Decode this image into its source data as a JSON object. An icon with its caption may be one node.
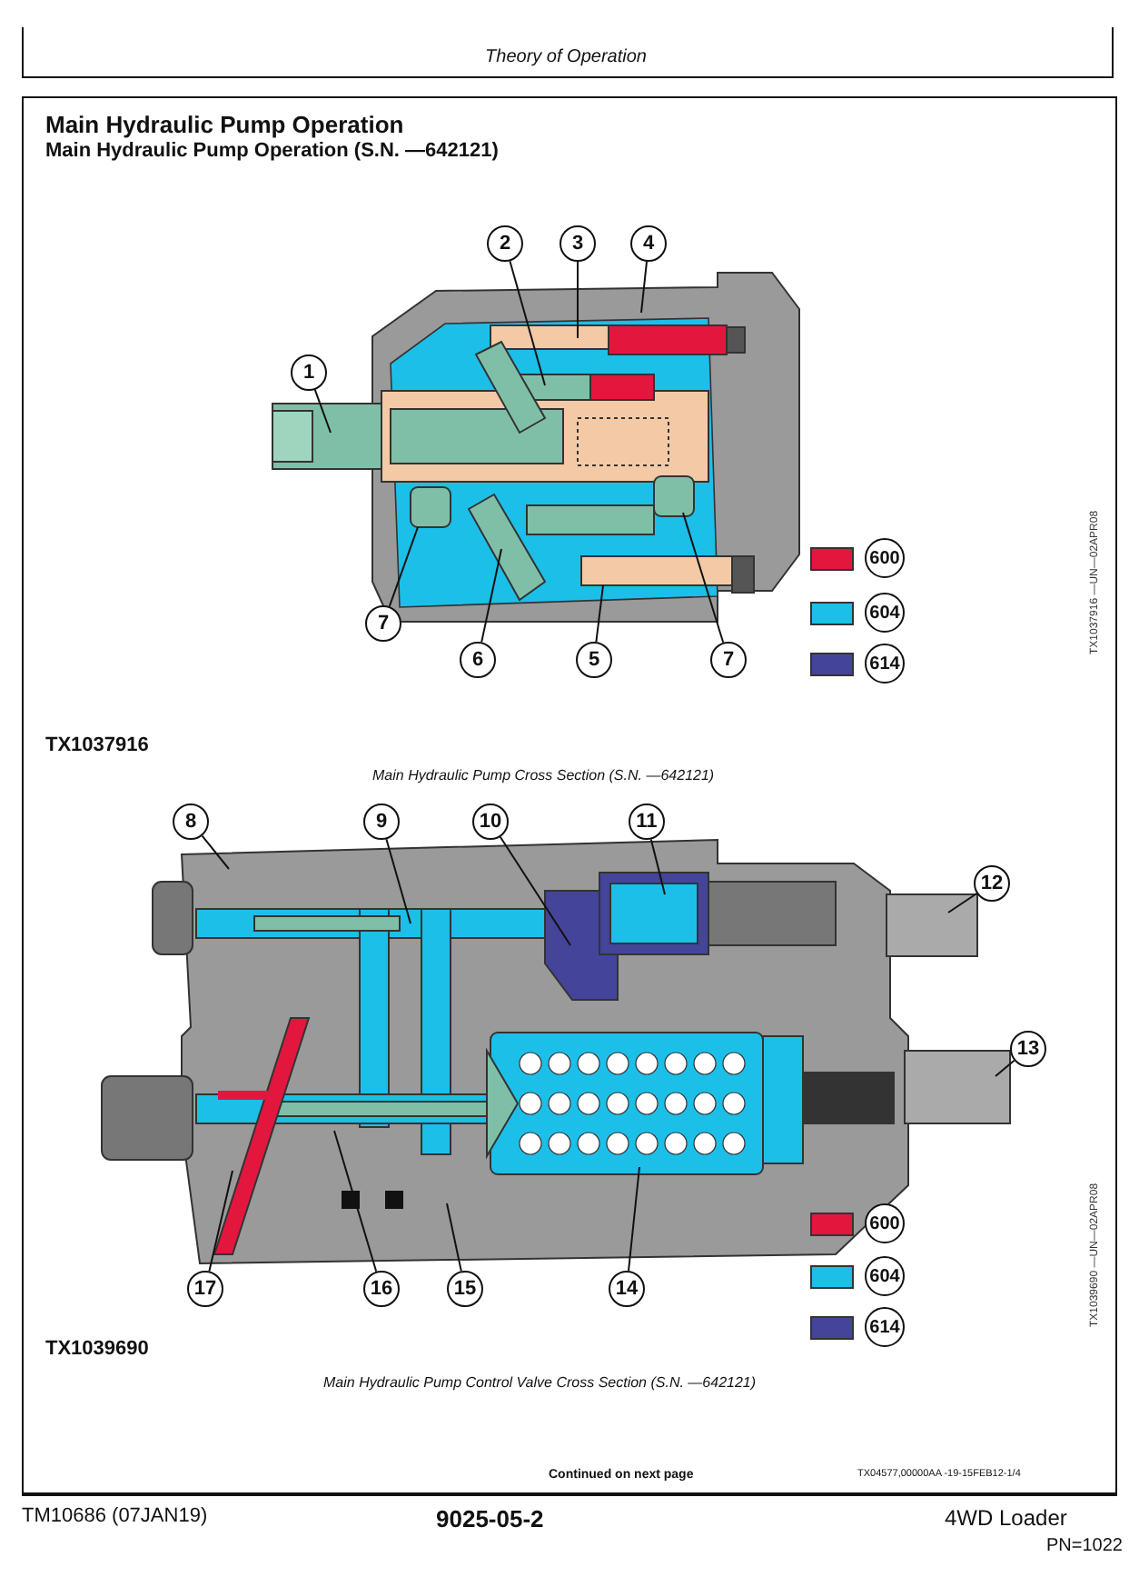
{
  "diagram": {
    "title": "Main Hydraulic Pump Operation",
    "nodes": [
      {
        "text": [
          "1"
        ]
      },
      {
        "text": [
          "2"
        ]
      },
      {
        "text": [
          "3"
        ]
      },
      {
        "text": [
          "4"
        ]
      },
      {
        "text": [
          "7"
        ]
      },
      {
        "text": [
          "6"
        ]
      },
      {
        "text": [
          "5"
        ]
      },
      {
        "text": [
          "7"
        ]
      },
      {
        "text": [
          "8"
        ]
      },
      {
        "text": [
          "9"
        ]
      },
      {
        "text": [
          "10"
        ]
      },
      {
        "text": [
          "11"
        ]
      },
      {
        "text": [
          "12"
        ]
      },
      {
        "text": [
          "13"
        ]
      },
      {
        "text": [
          "17"
        ]
      },
      {
        "text": [
          "16"
        ]
      },
      {
        "text": [
          "15"
        ]
      },
      {
        "text": [
          "14"
        ]
      }
    ],
    "edges": [
      {
        "from": 0,
        "to": null,
        "arrow": "none"
      },
      {
        "from": 1,
        "to": null,
        "arrow": "none"
      },
      {
        "from": 2,
        "to": null,
        "arrow": "none"
      },
      {
        "from": 3,
        "to": null,
        "arrow": "none"
      },
      {
        "from": 4,
        "to": null,
        "arrow": "none"
      },
      {
        "from": 5,
        "to": null,
        "arrow": "none"
      },
      {
        "from": 6,
        "to": null,
        "arrow": "none"
      },
      {
        "from": 7,
        "to": null,
        "arrow": "none"
      },
      {
        "from": 8,
        "to": null,
        "arrow": "none"
      },
      {
        "from": 9,
        "to": null,
        "arrow": "none"
      },
      {
        "from": 10,
        "to": null,
        "arrow": "none"
      },
      {
        "from": 11,
        "to": null,
        "arrow": "none"
      },
      {
        "from": 12,
        "to": null,
        "arrow": "none"
      },
      {
        "from": 13,
        "to": null,
        "arrow": "none"
      },
      {
        "from": 14,
        "to": null,
        "arrow": "none"
      },
      {
        "from": 15,
        "to": null,
        "arrow": "none"
      },
      {
        "from": 16,
        "to": null,
        "arrow": "none"
      },
      {
        "from": 17,
        "to": null,
        "arrow": "none"
      }
    ],
    "labels": [
      "Theory of Operation",
      "Main Hydraulic Pump Operation (S.N. —642121)",
      "TX1037916 —UN—02APR08",
      "TX1037916",
      "Main Hydraulic Pump Cross Section (S.N. —642121)",
      "TX1039690 —UN—02APR08",
      "TX1039690",
      "Main Hydraulic Pump Control Valve Cross Section (S.N. —642121)",
      "Continued on next page",
      "TX04577,00000AA -19-15FEB12-1/4",
      "TM10686 (07JAN19)",
      "9025-05-2",
      "4WD Loader",
      "PN=1022"
    ],
    "legend": [
      {
        "text": "600",
        "color": "#e3173e"
      },
      {
        "text": "604",
        "color": "#1cbfe8"
      },
      {
        "text": "614",
        "color": "#44449a"
      },
      {
        "text": "600",
        "color": "#e3173e"
      },
      {
        "text": "604",
        "color": "#1cbfe8"
      },
      {
        "text": "614",
        "color": "#44449a"
      }
    ]
  }
}
